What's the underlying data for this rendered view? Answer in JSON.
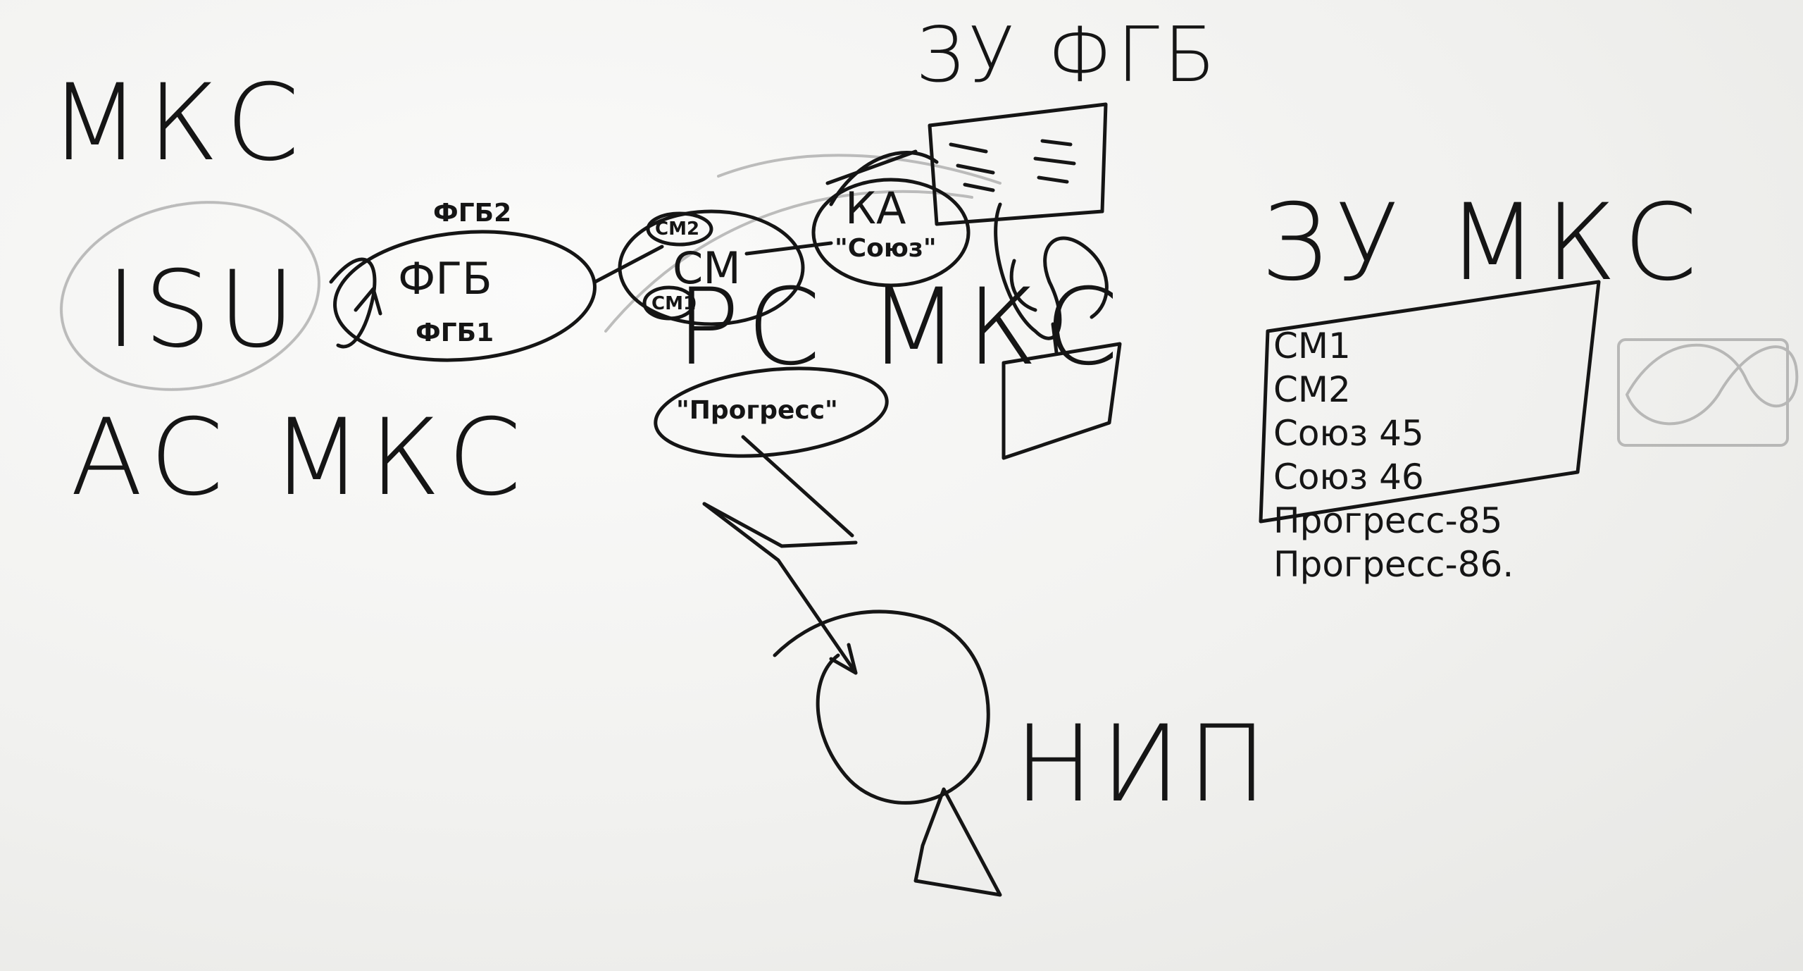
{
  "labels": {
    "mks": "МКС",
    "as_mks": "АС МКС",
    "rs_mks": "РС МКС",
    "zu_fgb": "ЗУ ФГБ",
    "zu_mks": "ЗУ МКС",
    "nip": "НИП",
    "isu": "ISU",
    "fgb": "ФГБ",
    "fgb1": "ФГБ1",
    "fgb2": "ФГБ2",
    "sm": "СМ",
    "sm1": "СМ1",
    "sm2": "СМ2",
    "ka": "КА",
    "soyuz": "\"Союз\"",
    "progress": "\"Прогресс\""
  },
  "zu_mks_list": [
    "СМ1",
    "СМ2",
    "Союз 45",
    "Союз 46",
    "Прогресс-85",
    "Прогресс-86."
  ],
  "colors": {
    "ink": "#151515",
    "ghost": "#8a8a8a",
    "board": "#f3f3f1"
  }
}
